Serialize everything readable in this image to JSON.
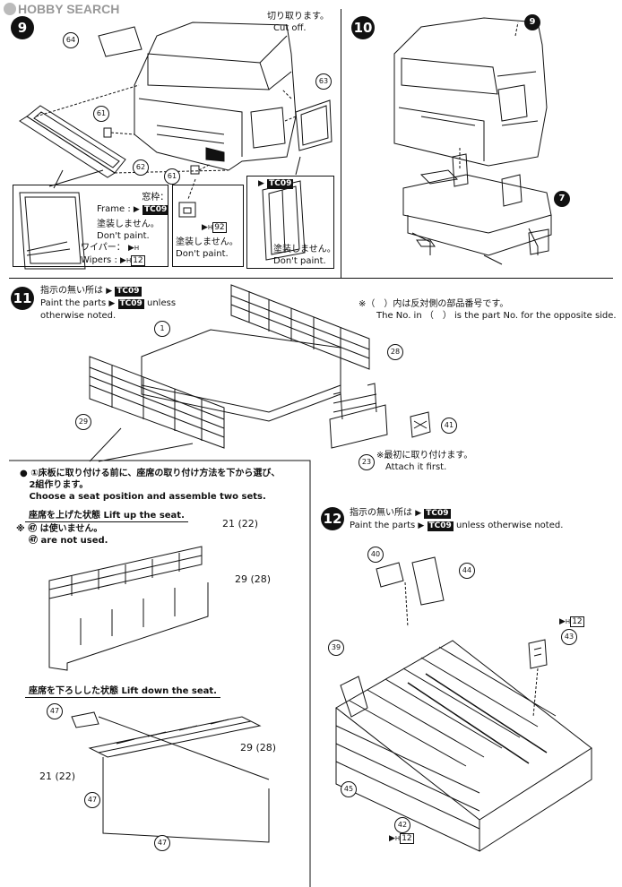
{
  "watermark": "HOBBY SEARCH",
  "steps": {
    "s9": "9",
    "s10": "10",
    "s11": "11",
    "s12": "12"
  },
  "step9": {
    "cut_jp": "切り取ります。",
    "cut_en": "Cut off.",
    "parts": [
      "64",
      "61",
      "62",
      "61",
      "63"
    ],
    "frame_jp": "窓枠：",
    "frame_en": "Frame :",
    "frame_code": "TC09",
    "nopaint_jp": "塗装しません。",
    "nopaint_en": "Don't paint.",
    "wiper_jp": "ワイパー：",
    "wiper_en": "Wipers :",
    "wiper_code_sub": "H",
    "wiper_code_num": "12",
    "p61_code_sub": "H",
    "p61_code_num": "92",
    "p61_nopaint_jp": "塗装しません。",
    "p61_nopaint_en": "Don't paint.",
    "p63_code": "TC09",
    "p63_nopaint_jp": "塗装しません。",
    "p63_nopaint_en": "Don't paint."
  },
  "step10": {
    "parts": [
      "9",
      "7"
    ]
  },
  "step11": {
    "note1_jp": "指示の無い所は",
    "note1_code": "TC09",
    "note2_pre": "Paint the parts",
    "note2_code": "TC09",
    "note2_post": "unless",
    "note3": "otherwise noted.",
    "opp_jp": "※（　）内は反対側の部品番号です。",
    "opp_en": "The No. in （　） is the part No. for the opposite side.",
    "parts": [
      "1",
      "28",
      "29",
      "41",
      "23"
    ],
    "first_jp": "※最初に取り付けます。",
    "first_en": "Attach it first."
  },
  "seat": {
    "intro_jp1": "①床板に取り付ける前に、座席の取り付け方法を下から選び、",
    "intro_jp2": "2組作ります。",
    "intro_en": "Choose a seat position and assemble two sets.",
    "up_label": "座席を上げた状態 Lift up the seat.",
    "up_note_jp": "※ ㊼ は使いません。",
    "up_note_en": "㊼ are not used.",
    "up_parts": [
      "21 (22)",
      "29 (28)"
    ],
    "down_label": "座席を下ろしした状態 Lift down the seat.",
    "down_parts": [
      "47",
      "29 (28)",
      "21 (22)",
      "47",
      "47"
    ]
  },
  "step12": {
    "note1_jp": "指示の無い所は",
    "note1_code": "TC09",
    "note2_pre": "Paint the parts",
    "note2_code": "TC09",
    "note2_post": "unless otherwise noted.",
    "parts": [
      "40",
      "44",
      "43",
      "39",
      "45",
      "42"
    ],
    "code43_sub": "H",
    "code43_num": "12",
    "code42_sub": "H",
    "code42_num": "12"
  }
}
